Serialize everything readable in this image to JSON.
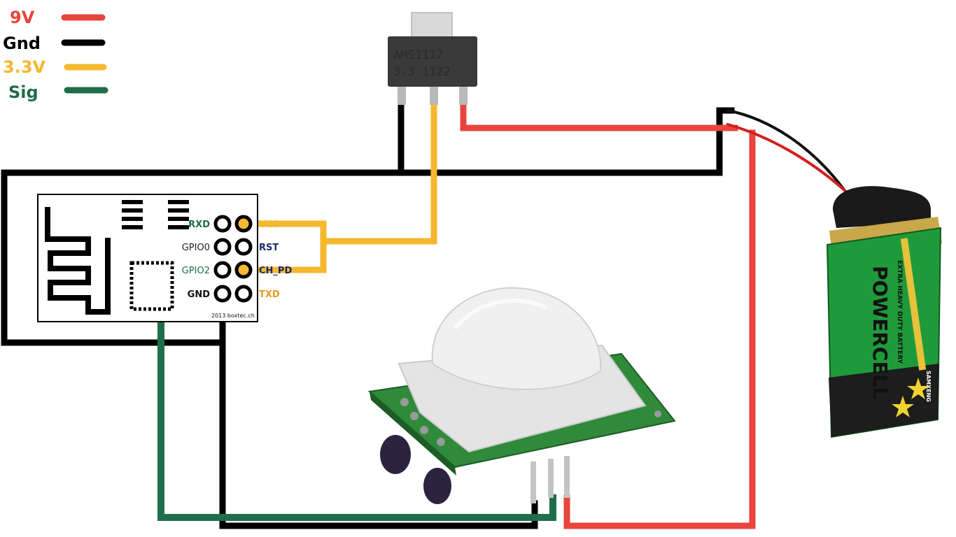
{
  "legend": [
    {
      "label": "9V",
      "color": "#e8453c"
    },
    {
      "label": "Gnd",
      "color": "#000000"
    },
    {
      "label": "3.3V",
      "color": "#f5b82e"
    },
    {
      "label": "Sig",
      "color": "#1f6e4a"
    }
  ],
  "regulator": {
    "line1": "AMS1117",
    "line2": "3-3  1122"
  },
  "esp_module": {
    "pins_left": [
      "RXD",
      "GPIO0",
      "GPIO2",
      "GND"
    ],
    "pins_right": [
      "VCC",
      "RST",
      "CH_PD",
      "TXD"
    ],
    "credit": "2013 boxtec.ch"
  },
  "battery": {
    "brand": "POWERCELL",
    "tagline": "EXTRA HEAVY DUTY BATTERY",
    "maker": "SAMXENG"
  },
  "colors": {
    "wire_9v": "#e8453c",
    "wire_gnd": "#000000",
    "wire_3v3": "#f5b82e",
    "wire_sig": "#1f6e4a",
    "pcb_green": "#2f8a3a",
    "battery_green": "#1f9a3a"
  }
}
